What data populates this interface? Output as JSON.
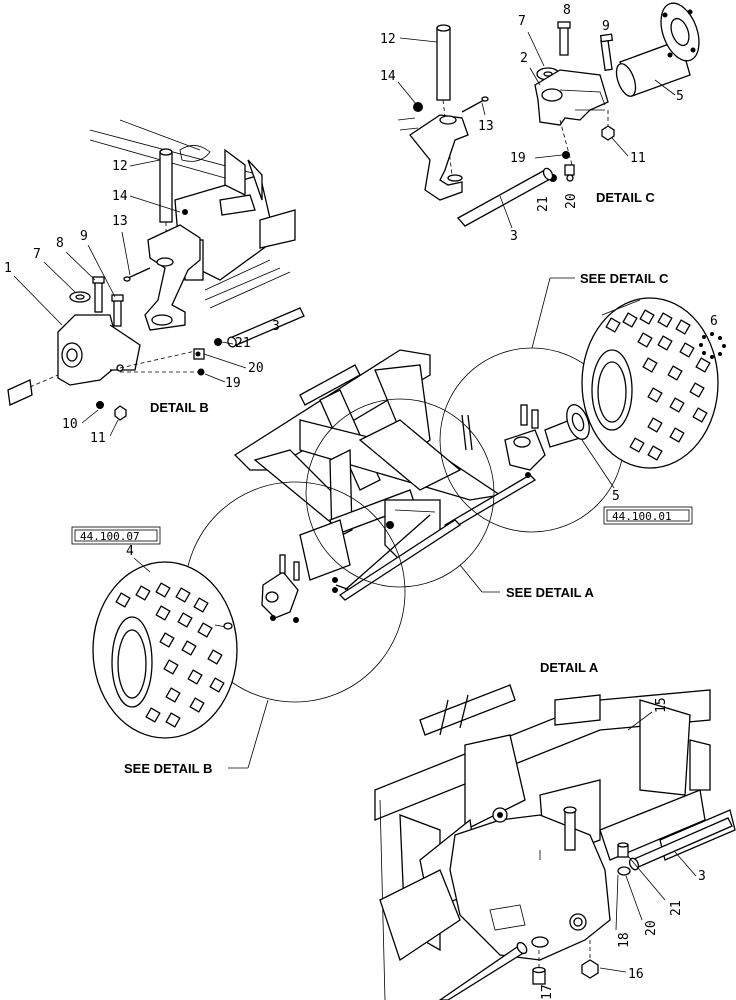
{
  "detail_titles": {
    "detail_a": "DETAIL  A",
    "detail_b": "DETAIL  B",
    "detail_c": "DETAIL  C"
  },
  "see_labels": {
    "see_a": "SEE DETAIL  A",
    "see_b": "SEE DETAIL  B",
    "see_c": "SEE DETAIL  C"
  },
  "reference_boxes": {
    "ref_left": "44.100.07",
    "ref_right": "44.100.01"
  },
  "callouts_detail_c": {
    "c12": "12",
    "c14": "14",
    "c13": "13",
    "c7": "7",
    "c8": "8",
    "c9": "9",
    "c2": "2",
    "c5": "5",
    "c19": "19",
    "c11": "11",
    "c21": "21",
    "c20": "20",
    "c3": "3"
  },
  "callouts_detail_b": {
    "b12": "12",
    "b14": "14",
    "b13": "13",
    "b9": "9",
    "b8": "8",
    "b7": "7",
    "b1": "1",
    "b3": "3",
    "b21": "21",
    "b20": "20",
    "b19": "19",
    "b10": "10",
    "b11": "11"
  },
  "callouts_main": {
    "m6": "6",
    "m5": "5",
    "m4": "4"
  },
  "callouts_detail_a": {
    "a15": "15",
    "a3": "3",
    "a21": "21",
    "a20": "20",
    "a18": "18",
    "a16": "16",
    "a17": "17"
  }
}
